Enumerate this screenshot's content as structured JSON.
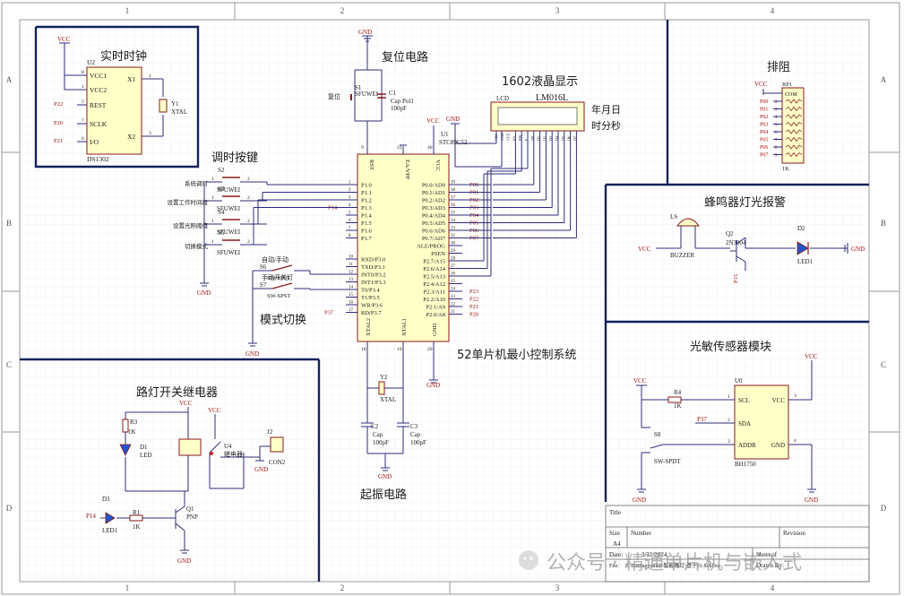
{
  "sections": {
    "rtc": "实时时钟",
    "reset": "复位电路",
    "lcd": "1602液晶显示",
    "respack": "排阻",
    "keys": "调时按键",
    "buzzer": "蜂鸣器灯光报警",
    "mode": "模式切换",
    "mcu_system": "52单片机最小控制系统",
    "relay": "路灯开关继电器",
    "light_sensor": "光敏传感器模块",
    "osc": "起振电路",
    "lcd_note_line1": "年月日",
    "lcd_note_line2": "时分秒"
  },
  "grid": {
    "top": [
      "1",
      "2",
      "3",
      "4"
    ],
    "side": [
      "A",
      "B",
      "C",
      "D"
    ]
  },
  "rtc": {
    "ref": "U2",
    "part": "DS1302",
    "vcc": "VCC",
    "pins_left": [
      "VCC1",
      "VCC2",
      "REST",
      "SCLK",
      "I/O"
    ],
    "pins_left_num": [
      "8",
      "1",
      "5",
      "7",
      "6"
    ],
    "pins_right": [
      "X1",
      "X2"
    ],
    "pins_right_num": [
      "2",
      "3"
    ],
    "nets": [
      "P22",
      "P20",
      "P21"
    ],
    "xtal_ref": "Y1",
    "xtal": "XTAL"
  },
  "reset": {
    "gnd": "GND",
    "sw_ref": "S1",
    "sw_label": "复位",
    "sw_type": "SFUWEI",
    "cap_ref": "C1",
    "cap_type": "Cap Pol1",
    "cap_val": "100pF"
  },
  "lcd": {
    "ref": "LCD",
    "part": "LM016L",
    "gnd": "GND",
    "vcc": "VCC",
    "pins": [
      "VSS",
      "VDD",
      "VEE",
      "RS",
      "RW",
      "E",
      "D0",
      "D1",
      "D2",
      "D3",
      "D4",
      "D5",
      "D6",
      "D7"
    ]
  },
  "respack": {
    "ref": "RP1",
    "val": "1K",
    "vcc": "VCC",
    "com": "COM",
    "nets": [
      "P00",
      "P01",
      "P02",
      "P03",
      "P04",
      "P05",
      "P06",
      "P07"
    ]
  },
  "keys": {
    "items": [
      {
        "ref": "S2",
        "label": "系统调时",
        "type": "SFUWEI"
      },
      {
        "ref": "S3",
        "label": "设置工作时间段",
        "type": "SFUWEI"
      },
      {
        "ref": "S4",
        "label": "设置光照阈值",
        "type": "SFUWEI"
      },
      {
        "ref": "S5",
        "label": "切换模式",
        "type": "SFUWEI"
      }
    ],
    "gnd": "GND"
  },
  "mode": {
    "items": [
      {
        "ref": "S6",
        "label": "自动/手动",
        "type": "SW-SPST"
      },
      {
        "ref": "S7",
        "label": "手动开关灯",
        "type": "SW-SPST"
      }
    ],
    "gnd": "GND"
  },
  "mcu": {
    "ref": "U1",
    "part": "STC89C52",
    "top_pins": [
      "RST",
      "EA/VPP",
      "VCC"
    ],
    "top_nums": [
      "9",
      "31",
      "40"
    ],
    "bottom_pins": [
      "XTAL2",
      "XTAL1",
      "GND"
    ],
    "bottom_nums": [
      "18",
      "19",
      "20"
    ],
    "left_pins": [
      "P1.0",
      "P1.1",
      "P1.2",
      "P1.3",
      "P1.4",
      "P1.5",
      "P1.6",
      "P1.7",
      "RXD/P3.0",
      "TXD/P3.1",
      "INT0/P3.2",
      "INT1/P3.3",
      "T0/P3.4",
      "T1/P3.5",
      "WR/P3.6",
      "RD/P3.7"
    ],
    "left_nums": [
      "1",
      "2",
      "3",
      "4",
      "5",
      "6",
      "7",
      "8",
      "10",
      "11",
      "12",
      "13",
      "14",
      "15",
      "16",
      "17"
    ],
    "right_pins": [
      "P0.0/AD0",
      "P0.1/AD1",
      "P0.2/AD2",
      "P0.3/AD3",
      "P0.4/AD4",
      "P0.5/AD5",
      "P0.6/AD6",
      "P0.7/AD7",
      "ALE/PROG",
      "PSEN",
      "P2.7/A15",
      "P2.6/A14",
      "P2.5/A13",
      "P2.4/A12",
      "P2.3/A11",
      "P2.2/A10",
      "P2.1/A9",
      "P2.0/A8"
    ],
    "right_nums": [
      "39",
      "38",
      "37",
      "36",
      "35",
      "34",
      "33",
      "32",
      "30",
      "29",
      "28",
      "27",
      "26",
      "25",
      "24",
      "23",
      "22",
      "21"
    ],
    "right_nets": [
      "P00",
      "P01",
      "P02",
      "P03",
      "P04",
      "P05",
      "P06",
      "P07",
      "",
      "",
      "",
      "",
      "",
      "P23",
      "P22",
      "P21",
      "P20"
    ],
    "left_nets": [
      "",
      "",
      "",
      "P14",
      "",
      "",
      "",
      "",
      "",
      "",
      "",
      "",
      "",
      "",
      "",
      "P37"
    ]
  },
  "buzzer": {
    "ls_ref": "LS",
    "ls_part": "BUZZER",
    "vcc": "VCC",
    "q_ref": "Q2",
    "q_part": "2N3904",
    "net": "P15",
    "d_ref": "D2",
    "d_part": "LED1",
    "gnd": "GND"
  },
  "relay": {
    "r_ref": "R3",
    "r_val": "1K",
    "d_ref": "D1",
    "d_part": "LED",
    "vcc1": "VCC",
    "vcc2": "VCC",
    "k_ref": "U4",
    "k_part": "继电器",
    "j_ref": "J2",
    "j_part": "CON2",
    "gnd": "GND",
    "d3_ref": "D3",
    "d3_part": "LED1",
    "net": "P14",
    "r1_ref": "R1",
    "r1_val": "1K",
    "q_ref": "Q1",
    "q_part": "PNP",
    "gnd2": "GND"
  },
  "sensor": {
    "vcc1": "VCC",
    "vcc2": "VCC",
    "r_ref": "R4",
    "r_val": "1K",
    "net": "P37",
    "u_ref": "U0",
    "u_part": "BH1750",
    "pins_left": [
      "SCL",
      "SDA",
      "ADDR"
    ],
    "pins_right": [
      "VCC",
      "GND"
    ],
    "pin_nums": [
      "1",
      "2",
      "3",
      "4"
    ],
    "sw_ref": "S8",
    "sw_part": "SW-SPDT",
    "gnd1": "GND",
    "gnd2": "GND"
  },
  "osc": {
    "y_ref": "Y2",
    "y_part": "XTAL",
    "c2_ref": "C2",
    "c3_ref": "C3",
    "c_type": "Cap",
    "c_val": "100pF",
    "gnd": "GND"
  },
  "title_block": {
    "title": "Title",
    "size": "Size",
    "size_val": "A4",
    "number": "Number",
    "revision": "Revision",
    "date": "Date:",
    "date_val": "3/31/2024",
    "file": "File:",
    "file_val": "E:\\Baidupyunlan\\智能路灯\\基于51.SchDoc",
    "sheet_of": "Sheet of",
    "drawn_by": "Drawn By:"
  },
  "watermark": "公众号 · 精通单片机与嵌入式",
  "colors": {
    "frame": "#9a9a9a",
    "grid": "#e6e6ec",
    "border": "#14215c",
    "wire": "#2c2c7a",
    "comp": "#8a1a1a",
    "body": "#ffffc8",
    "net": "#a31010",
    "text": "#1a1a1a"
  }
}
